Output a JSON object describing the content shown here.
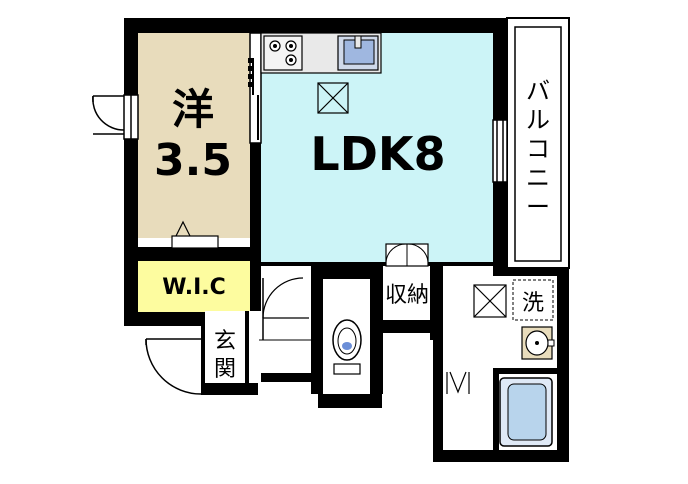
{
  "rooms": {
    "western": {
      "label": "洋",
      "size": "3.5",
      "color": "#e8dcbc"
    },
    "ldk": {
      "label": "LDK8",
      "color": "#ccf4f7"
    },
    "wic": {
      "label": "W.I.C",
      "color": "#fdfc9f"
    },
    "entrance": {
      "label_top": "玄",
      "label_bottom": "関"
    },
    "storage": {
      "label": "収納"
    },
    "washroom": {
      "label": "洗"
    },
    "balcony": {
      "label_chars": [
        "バ",
        "ル",
        "コ",
        "ニ",
        "ー"
      ]
    }
  },
  "colors": {
    "wall": "#000000",
    "floor_plain": "#ffffff",
    "bath": "#b8d4ec",
    "toilet_water": "#6c8fd8",
    "appliance": "#e9e9e9"
  }
}
